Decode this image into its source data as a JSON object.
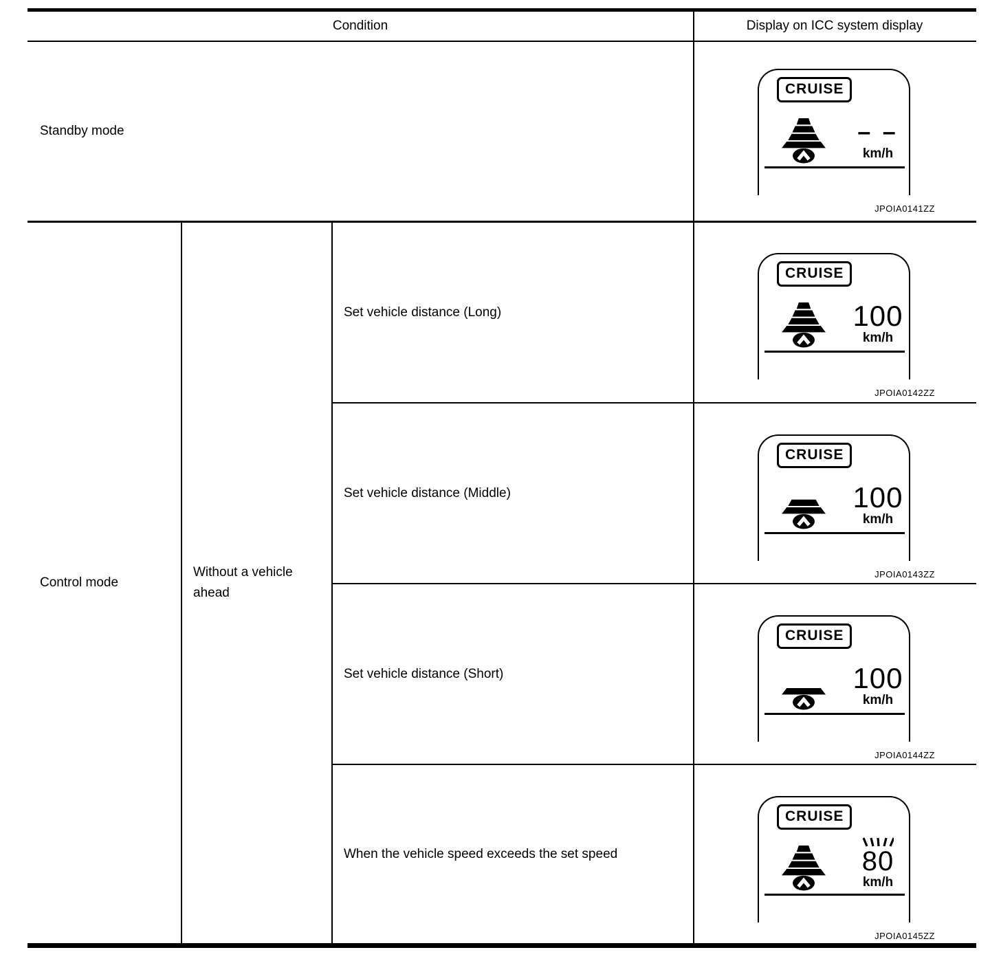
{
  "table": {
    "headers": {
      "condition": "Condition",
      "display": "Display on ICC system display"
    },
    "rows": {
      "standby": {
        "label": "Standby mode"
      },
      "control": {
        "label": "Control mode",
        "sub_label": "Without a vehicle ahead",
        "conditions": [
          "Set vehicle distance (Long)",
          "Set vehicle distance (Middle)",
          "Set vehicle distance (Short)",
          "When the vehicle speed exceeds the set speed"
        ]
      }
    }
  },
  "displays": [
    {
      "cruise": "CRUISE",
      "icon": "vehicle-distance-icon",
      "icon_bars": 4,
      "speed": "– –",
      "unit": "km/h",
      "blinking": false,
      "code": "JPOIA0141ZZ"
    },
    {
      "cruise": "CRUISE",
      "icon": "vehicle-distance-icon",
      "icon_bars": 4,
      "speed": "100",
      "unit": "km/h",
      "blinking": false,
      "code": "JPOIA0142ZZ"
    },
    {
      "cruise": "CRUISE",
      "icon": "vehicle-distance-icon",
      "icon_bars": 2,
      "speed": "100",
      "unit": "km/h",
      "blinking": false,
      "code": "JPOIA0143ZZ"
    },
    {
      "cruise": "CRUISE",
      "icon": "vehicle-distance-icon",
      "icon_bars": 1,
      "speed": "100",
      "unit": "km/h",
      "blinking": false,
      "code": "JPOIA0144ZZ"
    },
    {
      "cruise": "CRUISE",
      "icon": "vehicle-distance-icon",
      "icon_bars": 4,
      "speed": "80",
      "unit": "km/h",
      "blinking": true,
      "code": "JPOIA0145ZZ"
    }
  ],
  "colors": {
    "ink": "#000000",
    "background": "#ffffff"
  }
}
